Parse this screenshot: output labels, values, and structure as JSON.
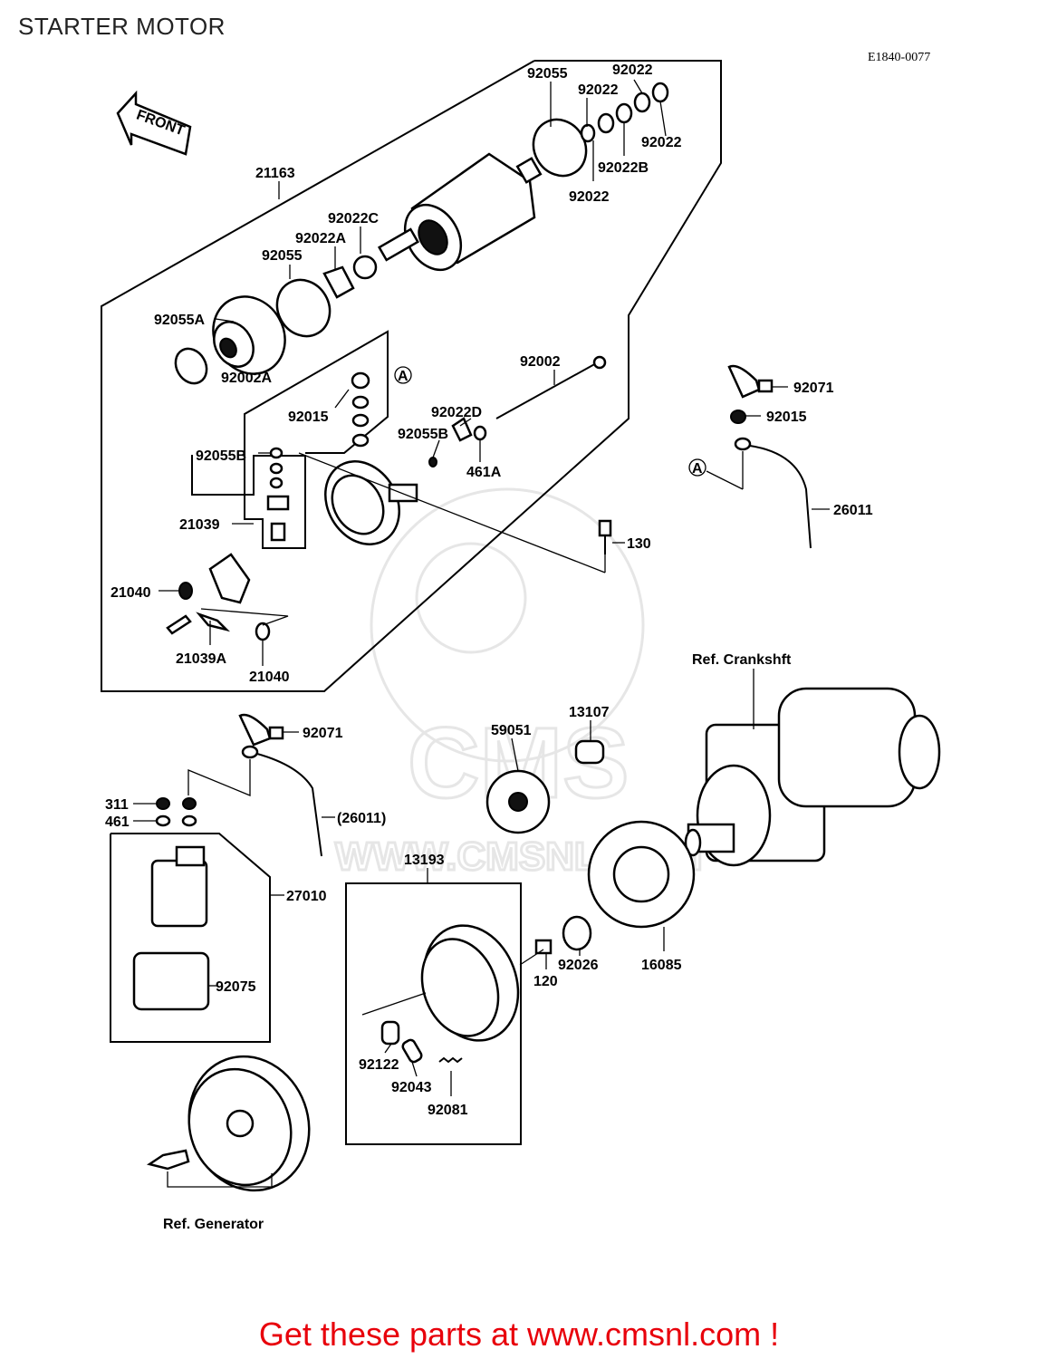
{
  "page": {
    "title": "STARTER MOTOR",
    "diagram_code": "E1840-0077",
    "footer_link": "Get these parts at www.cmsnl.com !"
  },
  "front_arrow": {
    "label": "FRONT"
  },
  "watermark": {
    "text_1": "CMS",
    "text_2": "WWW.CMSNL.COM"
  },
  "callout_marker": "A",
  "parts": {
    "p92055_top": "92055",
    "p92022_a": "92022",
    "p92022_b": "92022",
    "p92022_c": "92022",
    "p92022B": "92022B",
    "p92022_d": "92022",
    "p21163": "21163",
    "p92022C": "92022C",
    "p92022A": "92022A",
    "p92055_mid": "92055",
    "p92055A": "92055A",
    "p92002A": "92002A",
    "p92002": "92002",
    "p92015_upper": "92015",
    "p92022D": "92022D",
    "p92055B_right": "92055B",
    "p461A": "461A",
    "p92055B_left": "92055B",
    "p21039": "21039",
    "p130": "130",
    "p21040_left": "21040",
    "p21039A": "21039A",
    "p21040_bottom": "21040",
    "p92071_right": "92071",
    "p92015_right": "92015",
    "p26011": "26011",
    "ref_crankshaft": "Ref. Crankshft",
    "p13107": "13107",
    "p59051": "59051",
    "p92071_left": "92071",
    "p311": "311",
    "p461": "461",
    "p26011_paren": "(26011)",
    "p13193": "13193",
    "p27010": "27010",
    "p92075": "92075",
    "p92026": "92026",
    "p16085": "16085",
    "p120": "120",
    "p92122": "92122",
    "p92043": "92043",
    "p92081": "92081",
    "ref_generator": "Ref. Generator"
  }
}
